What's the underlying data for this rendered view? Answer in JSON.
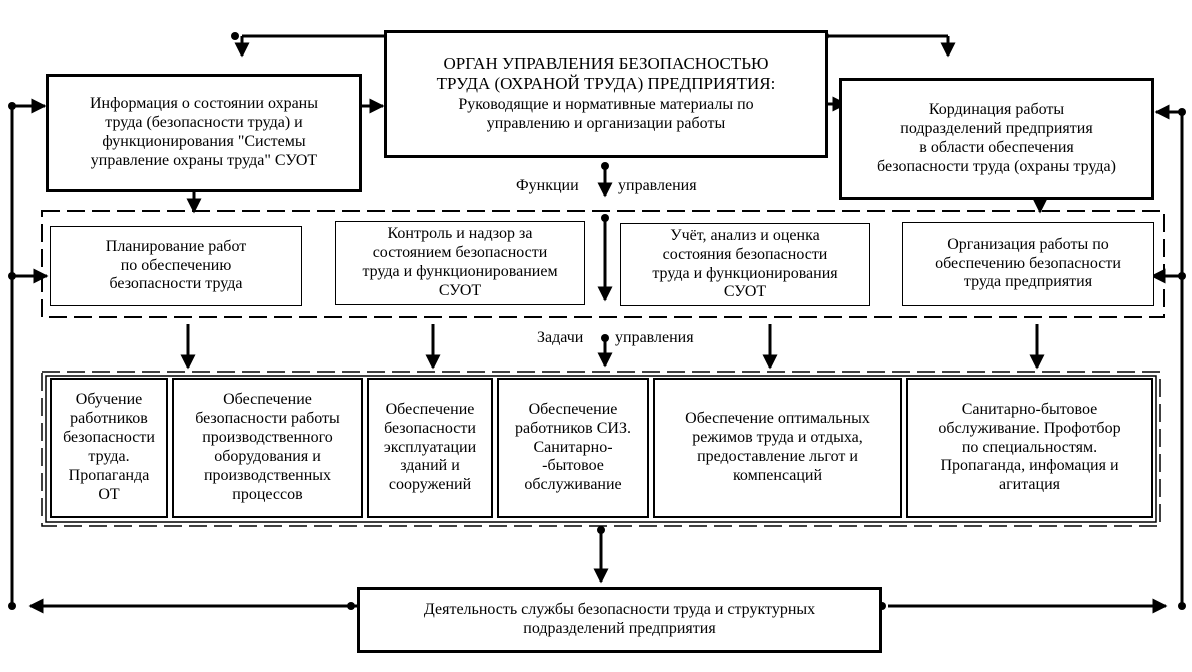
{
  "top": {
    "title": "ОРГАН УПРАВЛЕНИЯ БЕЗОПАСНОСТЬЮ\nТРУДА (ОХРАНОЙ ТРУДА) ПРЕДПРИЯТИЯ:",
    "subtitle": "Руководящие и нормативные материалы по\nуправлению и организации работы"
  },
  "info_box": "Информация о состоянии охраны\nтруда (безопасности труда) и\nфункционирования \"Системы\nуправление охраны труда\" СУОТ",
  "coord_box": "Кординация работы\nподразделений  предприятия\nв области обеспечения\nбезопасности труда (охраны труда)",
  "functions_label": {
    "left": "Функции",
    "right": "управления"
  },
  "functions": [
    "Планирование работ\nпо обеспечению\nбезопасности труда",
    "Контроль и  надзор за\nсостоянием безопасности\nтруда и функционированием\nСУОТ",
    "Учёт, анализ и оценка\nсостояния безопасности\nтруда и функционирования\nСУОТ",
    "Организация работы по\nобеспечению безопасности\nтруда предприятия"
  ],
  "tasks_label": {
    "left": "Задачи",
    "right": "управления"
  },
  "tasks": [
    "Обучение\nработников\nбезопасности\nтруда.\nПропаганда\nОТ",
    "Обеспечение\nбезопасности работы\nпроизводственного\nоборудования и\nпроизводственных\nпроцессов",
    "Обеспечение\nбезопасности\nэксплуатации\nзданий и\nсооружений",
    "Обеспечение\nработников СИЗ.\nСанитарно-\n-бытовое\nобслуживание",
    "Обеспечение оптимальных\nрежимов труда и отдыха,\nпредоставление льгот и\nкомпенсаций",
    "Санитарно-бытовое\nобслуживание. Профотбор\nпо специальностям.\nПропаганда, инфомация и\nагитация"
  ],
  "bottom_box": "Деятельность службы безопасности труда и структурных\nподразделений предприятия"
}
